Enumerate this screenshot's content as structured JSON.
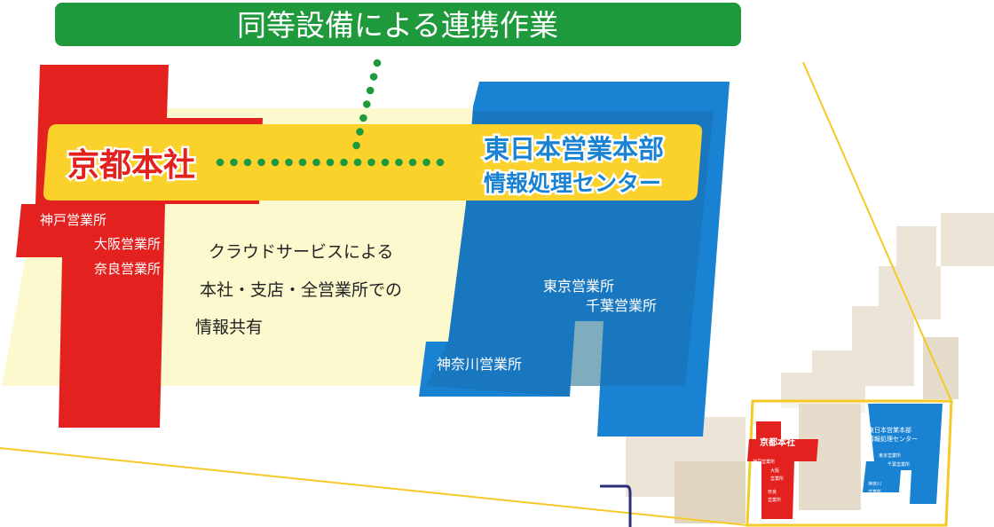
{
  "banner": {
    "title": "同等設備による連携作業"
  },
  "kyoto": {
    "title": "京都本社",
    "offices": [
      "神戸営業所",
      "大阪営業所",
      "奈良営業所"
    ]
  },
  "east": {
    "title_line1": "東日本営業本部",
    "title_line2": "情報処理センター",
    "offices": [
      "東京営業所",
      "千葉営業所",
      "神奈川営業所"
    ]
  },
  "center_text": [
    "クラウドサービスによる",
    "本社・支店・全営業所での",
    "情報共有"
  ],
  "inset": {
    "kyoto_title": "京都本社",
    "kyoto_offices": [
      "神戸営業所",
      "大阪",
      "営業所",
      "奈良",
      "営業所"
    ],
    "east_title_line1": "東日本営業本部",
    "east_title_line2": "情報処理センター",
    "east_offices": [
      "東京営業所",
      "千葉営業所",
      "神奈川",
      "営業所"
    ]
  },
  "colors": {
    "green": "#1e9a3c",
    "red": "#e3221f",
    "blue": "#1a82d2",
    "yellow": "#fbd12b",
    "pale": "#fdf9cf",
    "beige": "#e6dccb"
  }
}
